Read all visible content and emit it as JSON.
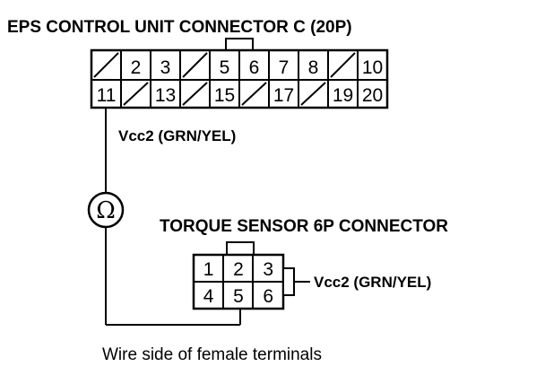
{
  "connector_c": {
    "title": "EPS CONTROL UNIT CONNECTOR C (20P)",
    "row1": [
      "",
      "2",
      "3",
      "",
      "5",
      "6",
      "7",
      "8",
      "",
      "10"
    ],
    "row2": [
      "11",
      "",
      "13",
      "",
      "15",
      "",
      "17",
      "",
      "19",
      "20"
    ]
  },
  "wire_label_top": "Vcc2 (GRN/YEL)",
  "meter_symbol": "Ω",
  "torque_sensor": {
    "title": "TORQUE SENSOR 6P CONNECTOR",
    "row1": [
      "1",
      "2",
      "3"
    ],
    "row2": [
      "4",
      "5",
      "6"
    ]
  },
  "wire_label_right": "Vcc2 (GRN/YEL)",
  "caption": "Wire side of female terminals"
}
